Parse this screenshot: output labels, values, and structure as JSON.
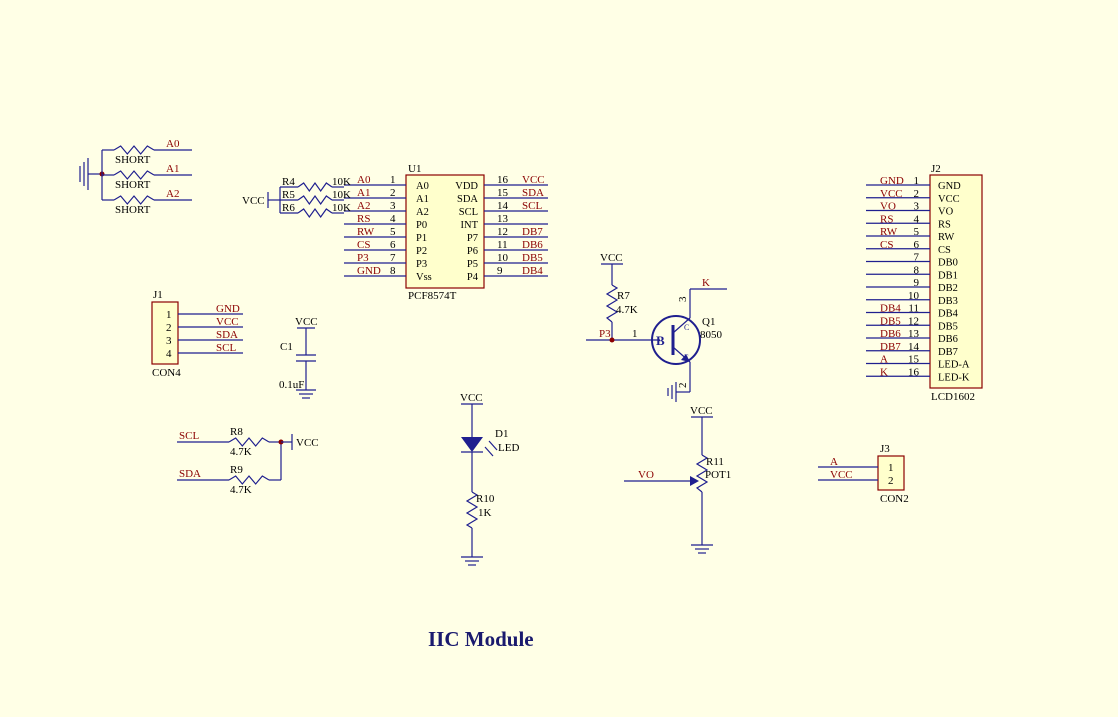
{
  "title": "IIC Module",
  "u1": {
    "ref": "U1",
    "part": "PCF8574T",
    "left": [
      {
        "num": "1",
        "name": "A0",
        "net": "A0"
      },
      {
        "num": "2",
        "name": "A1",
        "net": "A1"
      },
      {
        "num": "3",
        "name": "A2",
        "net": "A2"
      },
      {
        "num": "4",
        "name": "P0",
        "net": "RS"
      },
      {
        "num": "5",
        "name": "P1",
        "net": "RW"
      },
      {
        "num": "6",
        "name": "P2",
        "net": "CS"
      },
      {
        "num": "7",
        "name": "P3",
        "net": "P3"
      },
      {
        "num": "8",
        "name": "Vss",
        "net": "GND"
      }
    ],
    "right": [
      {
        "num": "16",
        "name": "VDD",
        "net": "VCC"
      },
      {
        "num": "15",
        "name": "SDA",
        "net": "SDA"
      },
      {
        "num": "14",
        "name": "SCL",
        "net": "SCL"
      },
      {
        "num": "13",
        "name": "INT",
        "net": ""
      },
      {
        "num": "12",
        "name": "P7",
        "net": "DB7"
      },
      {
        "num": "11",
        "name": "P6",
        "net": "DB6"
      },
      {
        "num": "10",
        "name": "P5",
        "net": "DB5"
      },
      {
        "num": "9",
        "name": "P4",
        "net": "DB4"
      }
    ]
  },
  "addr_res": [
    {
      "ref": "R4",
      "val": "10K"
    },
    {
      "ref": "R5",
      "val": "10K"
    },
    {
      "ref": "R6",
      "val": "10K"
    }
  ],
  "vcc_label": "VCC",
  "gnd_label": "GND",
  "short_label": "SHORT",
  "shorts": [
    "A0",
    "A1",
    "A2"
  ],
  "j1": {
    "ref": "J1",
    "part": "CON4",
    "pins": [
      {
        "num": "1",
        "net": "GND"
      },
      {
        "num": "2",
        "net": "VCC"
      },
      {
        "num": "3",
        "net": "SDA"
      },
      {
        "num": "4",
        "net": "SCL"
      }
    ]
  },
  "c1": {
    "ref": "C1",
    "val": "0.1uF"
  },
  "pullups": [
    {
      "net": "SCL",
      "ref": "R8",
      "val": "4.7K"
    },
    {
      "net": "SDA",
      "ref": "R9",
      "val": "4.7K"
    }
  ],
  "d1": {
    "ref": "D1",
    "val": "LED"
  },
  "r10": {
    "ref": "R10",
    "val": "1K"
  },
  "q1": {
    "ref": "Q1",
    "part": "8050",
    "base": "B",
    "p1": "1",
    "p2": "2",
    "p3": "3",
    "r7": "R7",
    "r7val": "4.7K",
    "in": "P3",
    "out": "K",
    "c": "C",
    "e": "E"
  },
  "pot": {
    "ref": "R11",
    "part": "POT1",
    "net": "VO"
  },
  "j3": {
    "ref": "J3",
    "part": "CON2",
    "pins": [
      {
        "num": "1",
        "net": "A"
      },
      {
        "num": "2",
        "net": "VCC"
      }
    ]
  },
  "j2": {
    "ref": "J2",
    "part": "LCD1602",
    "pins": [
      {
        "num": "1",
        "name": "GND",
        "net": "GND"
      },
      {
        "num": "2",
        "name": "VCC",
        "net": "VCC"
      },
      {
        "num": "3",
        "name": "VO",
        "net": "VO"
      },
      {
        "num": "4",
        "name": "RS",
        "net": "RS"
      },
      {
        "num": "5",
        "name": "RW",
        "net": "RW"
      },
      {
        "num": "6",
        "name": "CS",
        "net": "CS"
      },
      {
        "num": "7",
        "name": "DB0",
        "net": ""
      },
      {
        "num": "8",
        "name": "DB1",
        "net": ""
      },
      {
        "num": "9",
        "name": "DB2",
        "net": ""
      },
      {
        "num": "10",
        "name": "DB3",
        "net": ""
      },
      {
        "num": "11",
        "name": "DB4",
        "net": "DB4"
      },
      {
        "num": "12",
        "name": "DB5",
        "net": "DB5"
      },
      {
        "num": "13",
        "name": "DB6",
        "net": "DB6"
      },
      {
        "num": "14",
        "name": "DB7",
        "net": "DB7"
      },
      {
        "num": "15",
        "name": "LED-A",
        "net": "A"
      },
      {
        "num": "16",
        "name": "LED-K",
        "net": "K"
      }
    ]
  }
}
